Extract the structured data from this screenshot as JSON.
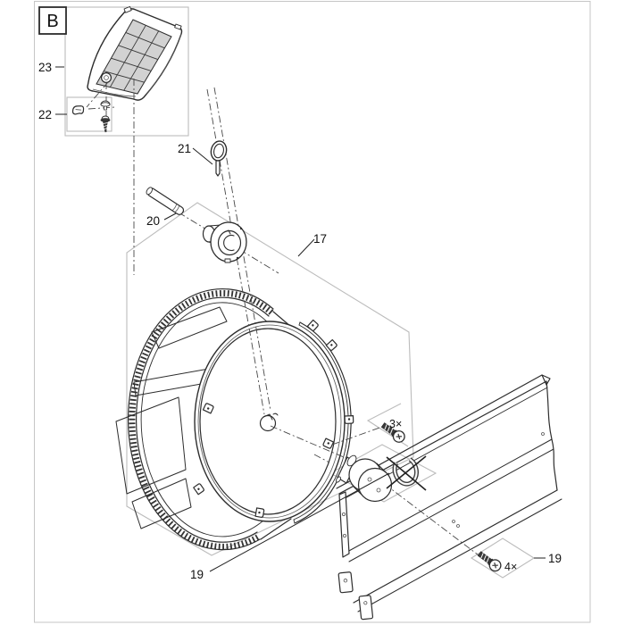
{
  "view_label": "B",
  "callouts": {
    "part17": "17",
    "part19_left": "19",
    "part19_right": "19",
    "part20": "20",
    "part21": "21",
    "part22": "22",
    "part23": "23"
  },
  "quantities": {
    "screw_group_3": "3×",
    "screw_group_4": "4×"
  },
  "colors": {
    "line": "#2d2d2d",
    "construction": "#bcbcbc",
    "centerline": "#474747",
    "mesh_fill": "#d2d2d2",
    "page_frame": "#c6c6c6",
    "paper": "#ffffff"
  }
}
